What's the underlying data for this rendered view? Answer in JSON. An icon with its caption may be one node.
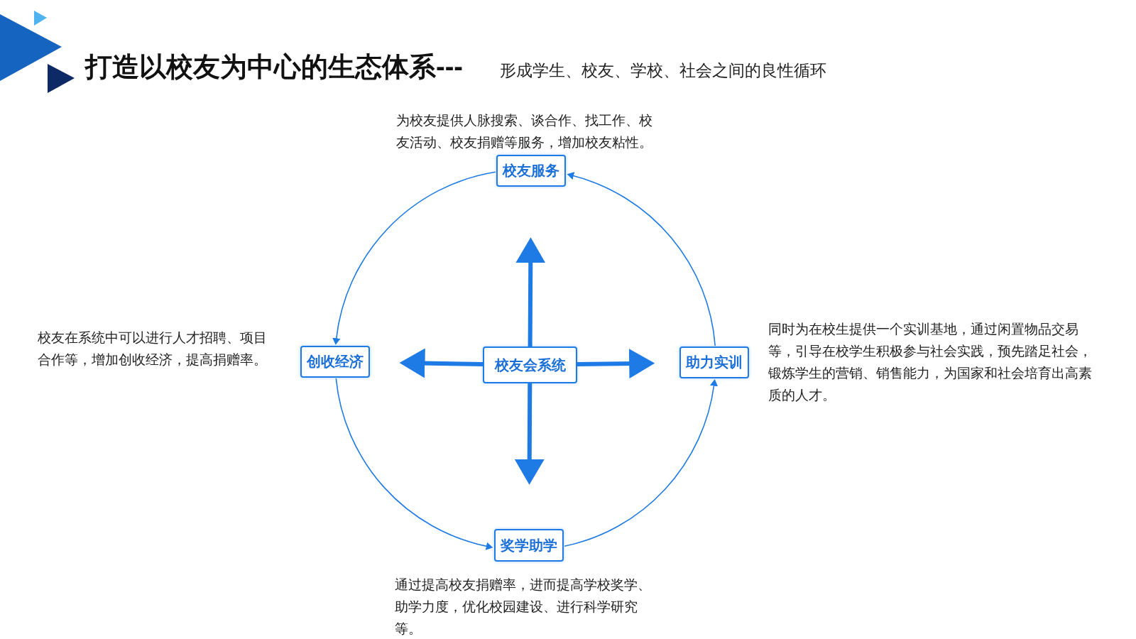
{
  "diagram": {
    "title": "打造以校友为中心的生态体系---",
    "nodes": [
      {
        "text": [
          "校友服务"
        ],
        "beside": [
          "为校友提供人脉搜索、谈合作、找工作、校友活动、校友捐赠等服务，增加校友粘性。"
        ]
      },
      {
        "text": [
          "创收经济"
        ],
        "beside": [
          "校友在系统中可以进行人才招聘、项目合作等，增加创收经济，提高捐赠率。"
        ]
      },
      {
        "text": [
          "校友会系统"
        ]
      },
      {
        "text": [
          "助力实训"
        ],
        "beside": [
          "同时为在校生提供一个实训基地，通过闲置物品交易等，引导在校学生积极参与社会实践，预先踏足社会，锻炼学生的营销、销售能力，为国家和社会培育出高素质的人才。"
        ]
      },
      {
        "text": [
          "奖学助学"
        ],
        "beside": [
          "通过提高校友捐赠率，进而提高学校奖学、助学力度，优化校园建设、进行科学研究等。"
        ]
      }
    ],
    "edges": [
      {
        "from": 2,
        "to": 0,
        "arrow": "to",
        "style": "thick"
      },
      {
        "from": 2,
        "to": 1,
        "arrow": "to",
        "style": "thick"
      },
      {
        "from": 2,
        "to": 3,
        "arrow": "to",
        "style": "thick"
      },
      {
        "from": 2,
        "to": 4,
        "arrow": "to",
        "style": "thick"
      },
      {
        "from": 0,
        "to": 1,
        "arrow": "to"
      },
      {
        "from": 1,
        "to": 4,
        "arrow": "to"
      },
      {
        "from": 4,
        "to": 3,
        "arrow": "to"
      },
      {
        "from": 3,
        "to": 0,
        "arrow": "to"
      }
    ],
    "labels": [
      "形成学生、校友、学校、社会之间的良性循环"
    ]
  }
}
